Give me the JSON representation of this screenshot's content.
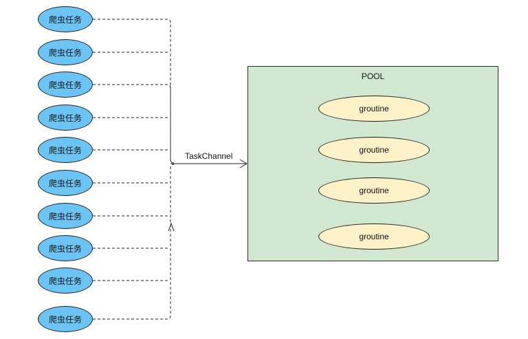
{
  "tasks": [
    {
      "label": "爬虫任务"
    },
    {
      "label": "爬虫任务"
    },
    {
      "label": "爬虫任务"
    },
    {
      "label": "爬虫任务"
    },
    {
      "label": "爬虫任务"
    },
    {
      "label": "爬虫任务"
    },
    {
      "label": "爬虫任务"
    },
    {
      "label": "爬虫任务"
    },
    {
      "label": "爬虫任务"
    },
    {
      "label": "爬虫任务"
    }
  ],
  "channel": {
    "label": "TaskChannel"
  },
  "pool": {
    "title": "POOL",
    "workers": [
      {
        "label": "groutine"
      },
      {
        "label": "groutine"
      },
      {
        "label": "groutine"
      },
      {
        "label": "groutine"
      }
    ]
  },
  "colors": {
    "task_fill": "#6cc4f4",
    "pool_fill": "#d2e7d0",
    "worker_fill": "#fdf1c7",
    "stroke": "#1f1f1f"
  }
}
